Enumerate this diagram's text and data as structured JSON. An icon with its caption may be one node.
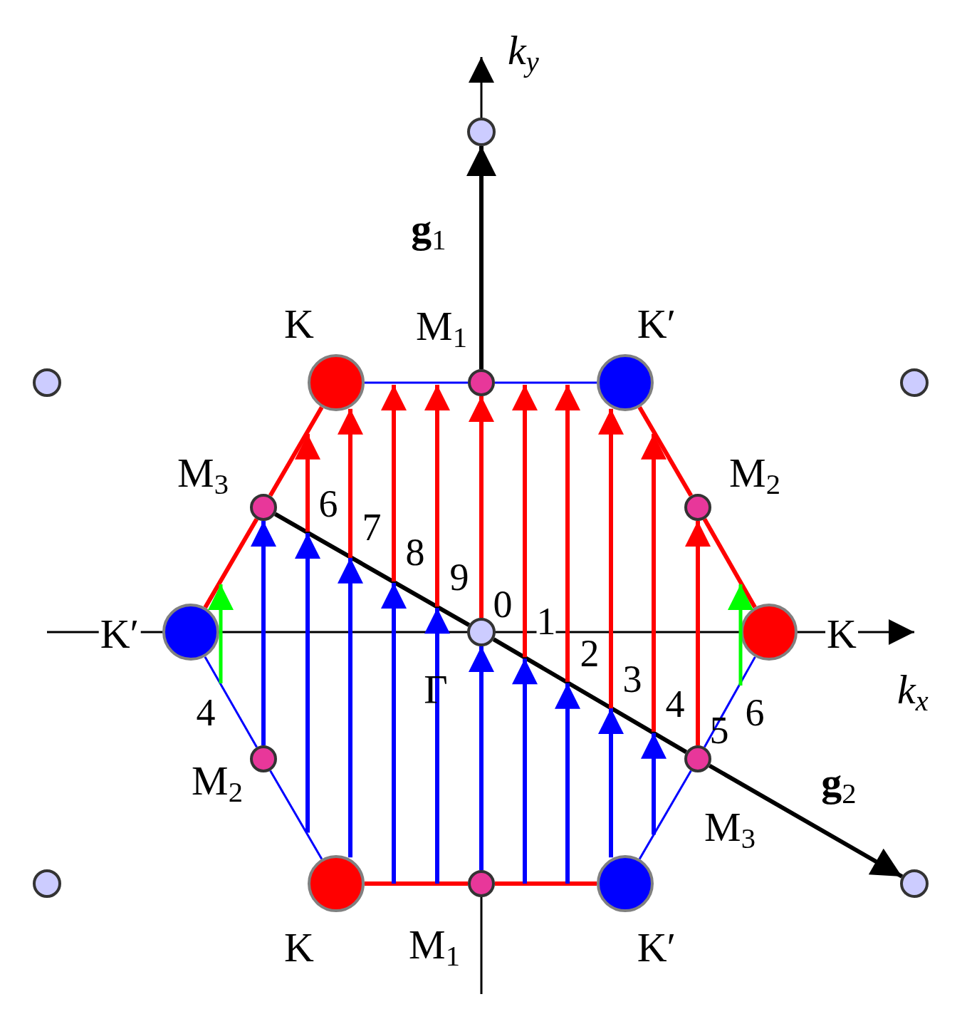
{
  "diagram": {
    "nodes": [
      {
        "text": [],
        "shape": "circle"
      },
      {
        "text": [],
        "shape": "circle"
      },
      {
        "text": [],
        "shape": "circle"
      },
      {
        "text": [],
        "shape": "circle",
        "beside": [
          "K"
        ]
      },
      {
        "text": [],
        "shape": "circle",
        "beside": [
          "M$_{1}$"
        ]
      },
      {
        "text": [],
        "shape": "circle",
        "beside": [
          "K′"
        ]
      },
      {
        "text": [],
        "shape": "circle",
        "beside": [
          "M$_{3}$"
        ]
      },
      {
        "text": [],
        "shape": "circle",
        "beside": [
          "M$_{2}$"
        ]
      },
      {
        "text": [],
        "shape": "circle",
        "beside": [
          "K′"
        ]
      },
      {
        "text": [],
        "shape": "circle",
        "beside": [
          "Γ"
        ]
      },
      {
        "text": [],
        "shape": "circle",
        "beside": [
          "K"
        ]
      },
      {
        "text": [],
        "shape": "circle",
        "beside": [
          "M$_{2}$"
        ]
      },
      {
        "text": [],
        "shape": "circle",
        "beside": [
          "M$_{3}$"
        ]
      },
      {
        "text": [],
        "shape": "circle"
      },
      {
        "text": [],
        "shape": "circle",
        "beside": [
          "K"
        ]
      },
      {
        "text": [],
        "shape": "circle",
        "beside": [
          "M$_{1}$"
        ]
      },
      {
        "text": [],
        "shape": "circle",
        "beside": [
          "K′"
        ]
      },
      {
        "text": [],
        "shape": "circle"
      }
    ],
    "edges": [
      {
        "from": 4,
        "to": 0,
        "arrow": "to",
        "label": "**g**$_{1}$",
        "color": "#000000"
      },
      {
        "from": 12,
        "to": 17,
        "arrow": "to",
        "label": "**g**$_{2}$",
        "color": "#000000"
      },
      {
        "from": 3,
        "to": 4,
        "arrow": "none",
        "color": "#0000ff"
      },
      {
        "from": 4,
        "to": 5,
        "arrow": "none",
        "color": "#0000ff"
      },
      {
        "from": 5,
        "to": 7,
        "arrow": "none",
        "color": "#ff0000"
      },
      {
        "from": 7,
        "to": 10,
        "arrow": "none",
        "color": "#ff0000"
      },
      {
        "from": 10,
        "to": 12,
        "arrow": "none",
        "color": "#0000ff"
      },
      {
        "from": 12,
        "to": 16,
        "arrow": "none",
        "color": "#0000ff"
      },
      {
        "from": 16,
        "to": 15,
        "arrow": "none",
        "color": "#ff0000"
      },
      {
        "from": 15,
        "to": 14,
        "arrow": "none",
        "color": "#ff0000"
      },
      {
        "from": 14,
        "to": 11,
        "arrow": "none",
        "color": "#0000ff"
      },
      {
        "from": 11,
        "to": 8,
        "arrow": "none",
        "color": "#0000ff"
      },
      {
        "from": 8,
        "to": 6,
        "arrow": "none",
        "color": "#ff0000"
      },
      {
        "from": 6,
        "to": 3,
        "arrow": "none",
        "color": "#ff0000"
      },
      {
        "from": 9,
        "to": 4,
        "arrow": "to",
        "color": "#ff0000"
      },
      {
        "from": 15,
        "to": 9,
        "arrow": "to",
        "color": "#0000ff"
      },
      {
        "from": 11,
        "to": 6,
        "arrow": "to",
        "color": "#0000ff"
      },
      {
        "from": 12,
        "to": 7,
        "arrow": "to",
        "color": "#ff0000"
      },
      {
        "from": 6,
        "to": 9,
        "arrow": "none",
        "color": "#000000"
      },
      {
        "from": 9,
        "to": 12,
        "arrow": "none",
        "color": "#000000"
      },
      {
        "from": 14,
        "to": null,
        "arrow": "to",
        "color": "#0000ff"
      },
      {
        "from": null,
        "to": 3,
        "arrow": "to",
        "color": "#ff0000"
      },
      {
        "from": 16,
        "to": null,
        "arrow": "to",
        "color": "#0000ff"
      },
      {
        "from": null,
        "to": 5,
        "arrow": "to",
        "color": "#ff0000"
      }
    ],
    "labels": [
      "k$_{y}$",
      "6",
      "7",
      "8",
      "9",
      "0",
      "1",
      "2",
      "3",
      "4",
      "k$_{x}$",
      "4",
      "6",
      "5"
    ]
  }
}
